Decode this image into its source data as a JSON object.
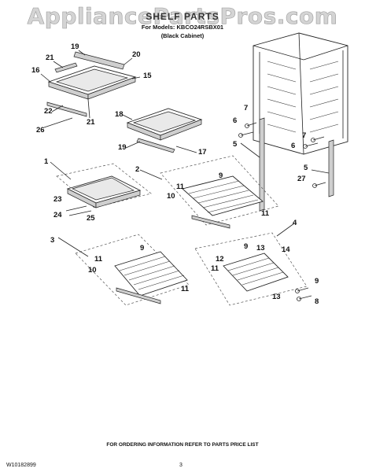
{
  "watermark": "AppliancePartsPros.com",
  "header": {
    "title": "SHELF PARTS",
    "models": "For Models: KBCO24RSBX01",
    "cabinet": "(Black Cabinet)"
  },
  "callouts": [
    "19",
    "20",
    "21",
    "16",
    "15",
    "22",
    "26",
    "21",
    "18",
    "19",
    "17",
    "7",
    "6",
    "5",
    "7",
    "6",
    "5",
    "27",
    "1",
    "2",
    "9",
    "11",
    "10",
    "11",
    "23",
    "24",
    "25",
    "3",
    "9",
    "11",
    "10",
    "11",
    "4",
    "9",
    "13",
    "14",
    "12",
    "11",
    "13",
    "9",
    "8"
  ],
  "footer": {
    "ordering_note": "FOR ORDERING INFORMATION REFER TO PARTS PRICE LIST",
    "part_number": "W10182899",
    "page_number": "3"
  }
}
